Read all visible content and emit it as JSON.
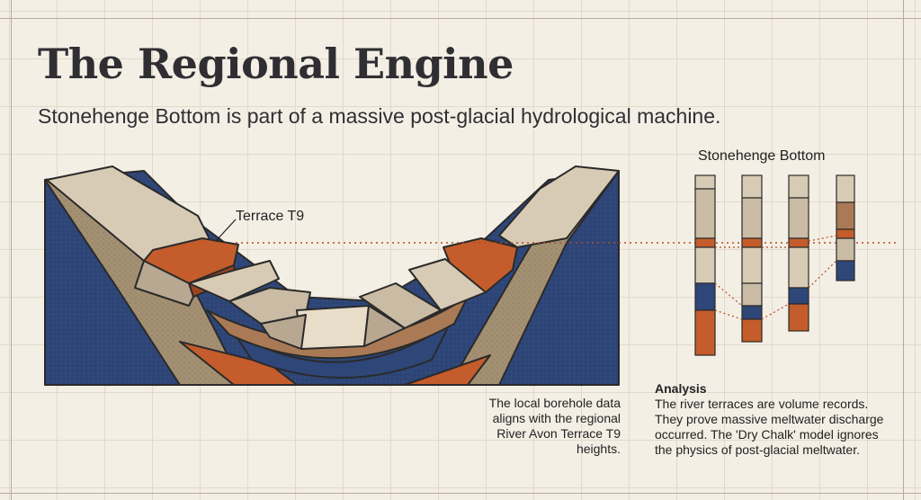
{
  "title": "The Regional Engine",
  "subtitle": "Stonehenge Bottom is part of a massive post-glacial hydrological machine.",
  "terrace_label": "Terrace T9",
  "column_title": "Stonehenge Bottom",
  "left_caption": "The local borehole data aligns with the regional River Avon Terrace T9 heights.",
  "analysis": {
    "heading": "Analysis",
    "body": "The river terraces are volume records. They prove massive meltwater discharge occurred. The 'Dry Chalk' model ignores the physics of post-glacial meltwater."
  },
  "colors": {
    "chalk": "#d8cbb5",
    "chalk_shadow": "#b8a892",
    "orange_terrace": "#c45d2b",
    "deep_blue": "#2e4678",
    "dark_outline": "#2b2a2a",
    "brown_layer": "#a97a55"
  }
}
